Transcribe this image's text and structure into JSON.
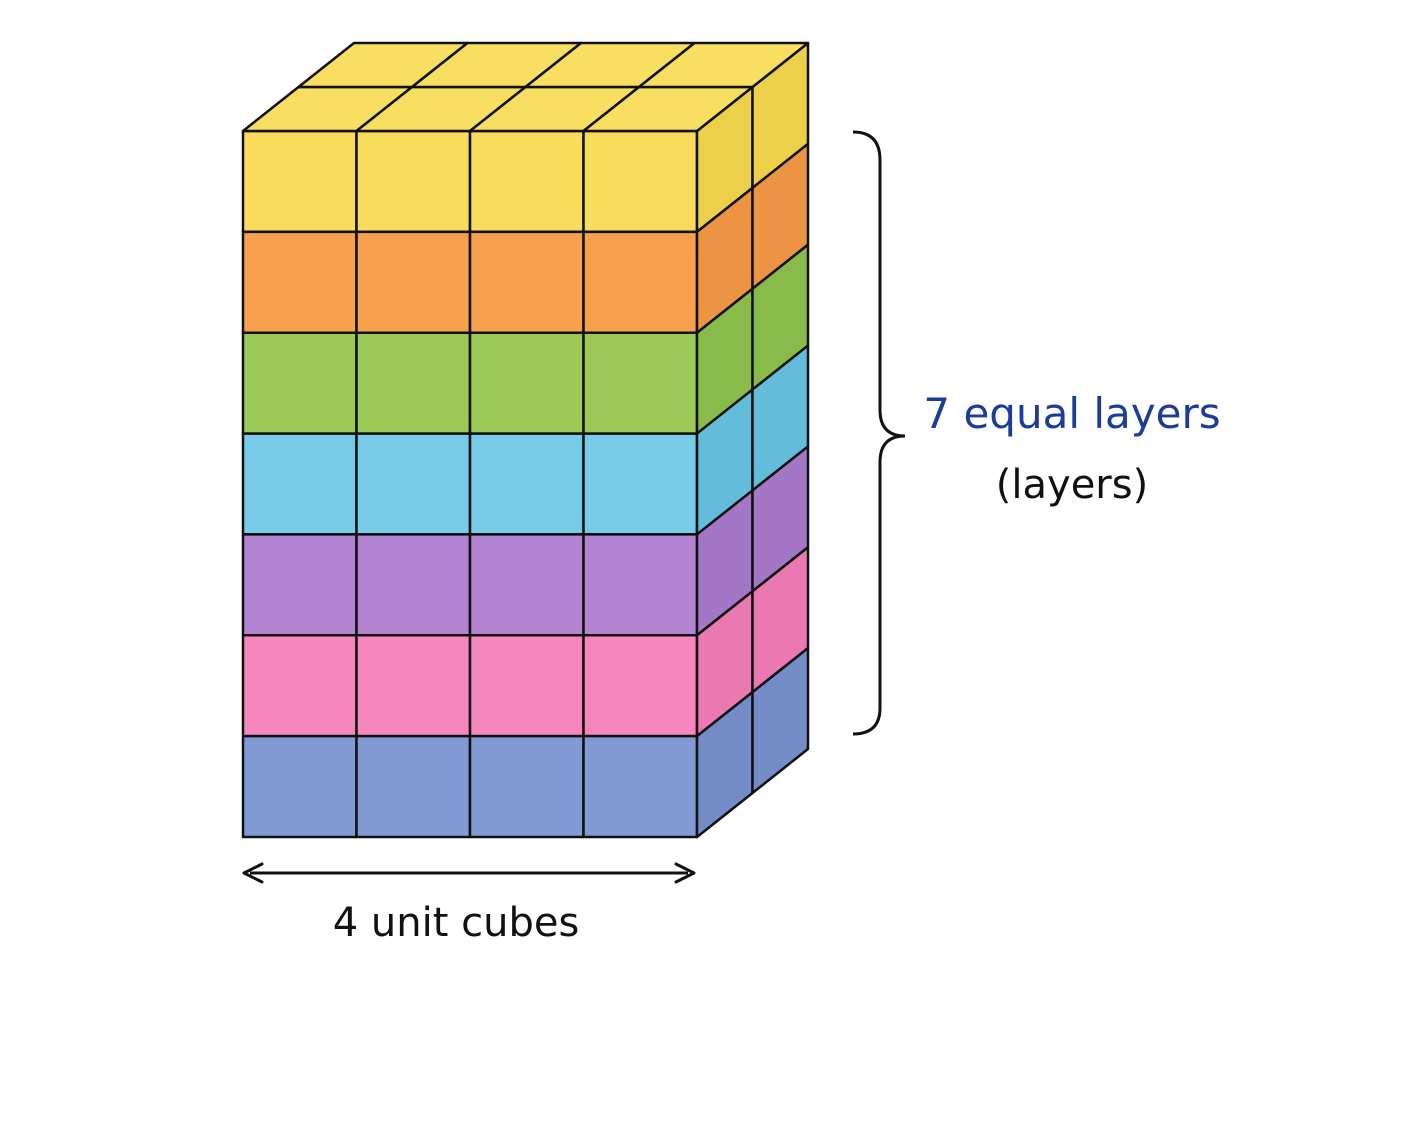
{
  "figure": {
    "columns": 4,
    "depth": 2,
    "layer_colors": [
      {
        "name": "yellow",
        "face": "#f9dc5c",
        "side": "#ecd04a",
        "top": "#f8df62"
      },
      {
        "name": "orange",
        "face": "#f7a04e",
        "side": "#ec9443"
      },
      {
        "name": "green",
        "face": "#9bca58",
        "side": "#88bb4a"
      },
      {
        "name": "blue",
        "face": "#78cbe8",
        "side": "#64bcdb"
      },
      {
        "name": "purple",
        "face": "#b284d2",
        "side": "#a477c6"
      },
      {
        "name": "pink",
        "face": "#f587bd",
        "side": "#ea79b1"
      },
      {
        "name": "indigo",
        "face": "#829ad4",
        "side": "#748dc8"
      }
    ],
    "outline_color": "#111111"
  },
  "labels": {
    "layers_main": "7 equal layers",
    "layers_main_color": "#1a3c9a",
    "layers_sub": "(layers)",
    "width": "4 unit cubes"
  }
}
